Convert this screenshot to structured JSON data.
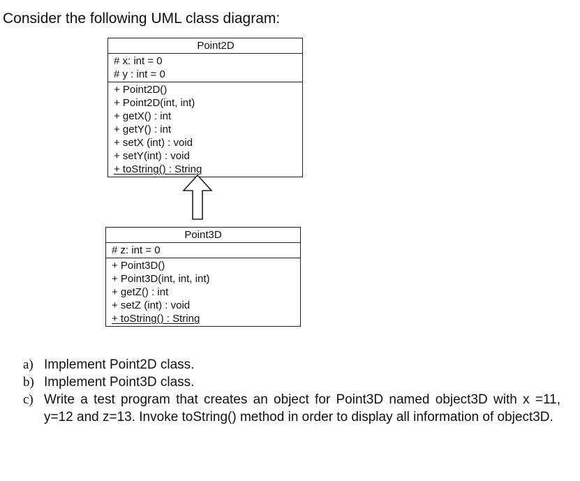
{
  "intro": "Consider the following UML class diagram:",
  "point2d": {
    "name": "Point2D",
    "attributes": [
      "# x: int = 0",
      "# y : int = 0"
    ],
    "methods": [
      "+ Point2D()",
      "+ Point2D(int, int)",
      "+ getX() : int",
      "+ getY() : int",
      "+ setX (int) : void",
      "+ setY(int) : void",
      "+ toString() : String"
    ]
  },
  "point3d": {
    "name": "Point3D",
    "attributes": [
      "# z: int = 0"
    ],
    "methods": [
      "+ Point3D()",
      "+ Point3D(int, int, int)",
      "+ getZ() : int",
      "+ setZ (int) : void",
      "+ toString() : String"
    ]
  },
  "relationship": "Point3D inherits from Point2D",
  "tasks": [
    {
      "marker": "a)",
      "text": "Implement Point2D class."
    },
    {
      "marker": "b)",
      "text": "Implement Point3D class."
    },
    {
      "marker": "c)",
      "text": "Write a test program that creates an object for Point3D named object3D with x =11, y=12 and z=13. Invoke toString() method in order to display all information of object3D."
    }
  ],
  "colors": {
    "line": "#222222",
    "text": "#111111",
    "background": "#ffffff"
  }
}
